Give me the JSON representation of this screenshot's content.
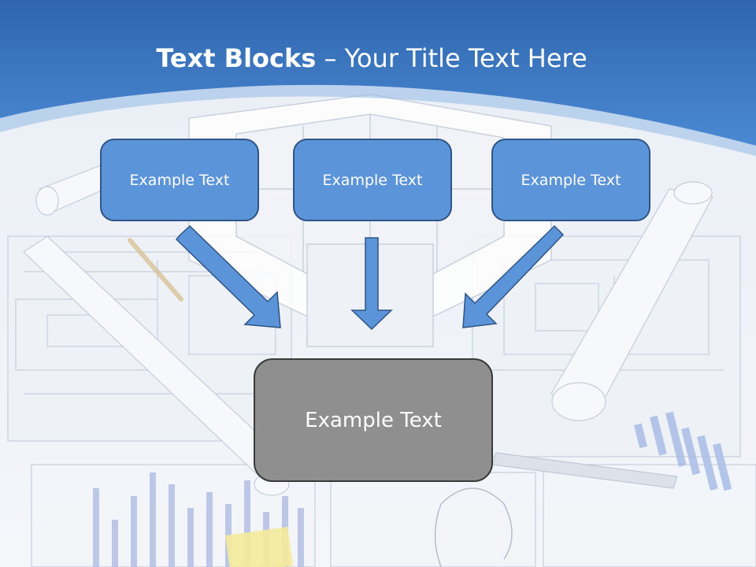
{
  "title": {
    "bold": "Text Blocks",
    "rest": " – Your Title Text Here"
  },
  "blocks": {
    "left": "Example Text",
    "center": "Example Text",
    "right": "Example Text",
    "bottom": "Example Text"
  },
  "colors": {
    "header_blue": "#3d7cc9",
    "box_blue": "#5b94d8",
    "box_border": "#2f5486",
    "box_gray": "#8f8f8f",
    "arrow_fill": "#5b94d8"
  }
}
